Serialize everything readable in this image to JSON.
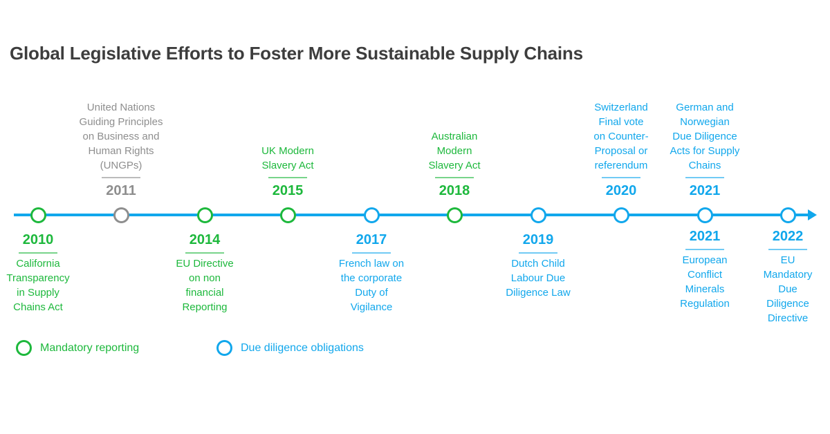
{
  "title": "Global Legislative Efforts to Foster More Sustainable Supply Chains",
  "colors": {
    "mandatory": "#1db83c",
    "due_diligence": "#11a7ec",
    "other": "#8e8e8e",
    "title": "#3d3d3d"
  },
  "events": [
    {
      "year": "2010",
      "text": "California\nTransparency\nin Supply\nChains Act",
      "category": "mandatory",
      "side": "below"
    },
    {
      "year": "2011",
      "text": "United Nations\nGuiding Principles\non Business and\nHuman Rights\n(UNGPs)",
      "category": "other",
      "side": "above"
    },
    {
      "year": "2014",
      "text": "EU Directive\non non\nfinancial\nReporting",
      "category": "mandatory",
      "side": "below"
    },
    {
      "year": "2015",
      "text": "UK Modern\nSlavery Act",
      "category": "mandatory",
      "side": "above"
    },
    {
      "year": "2017",
      "text": "French law on\nthe corporate\nDuty of\nVigilance",
      "category": "due_diligence",
      "side": "below"
    },
    {
      "year": "2018",
      "text": "Australian\nModern\nSlavery Act",
      "category": "mandatory",
      "side": "above"
    },
    {
      "year": "2019",
      "text": "Dutch Child\nLabour Due\nDiligence Law",
      "category": "due_diligence",
      "side": "below"
    },
    {
      "year": "2020",
      "text": "Switzerland\nFinal vote\non Counter-\nProposal or\nreferendum",
      "category": "due_diligence",
      "side": "above"
    },
    {
      "year": "2021",
      "text": "German and\nNorwegian\nDue Diligence\nActs for Supply\nChains",
      "category": "due_diligence",
      "side": "above"
    },
    {
      "year": "2021",
      "text": "European\nConflict\nMinerals\nRegulation",
      "category": "due_diligence",
      "side": "below"
    },
    {
      "year": "2022",
      "text": "EU\nMandatory\nDue\nDiligence\nDirective",
      "category": "due_diligence",
      "side": "below"
    }
  ],
  "legend": [
    {
      "label": "Mandatory reporting",
      "category": "mandatory"
    },
    {
      "label": "Due diligence obligations",
      "category": "due_diligence"
    }
  ]
}
